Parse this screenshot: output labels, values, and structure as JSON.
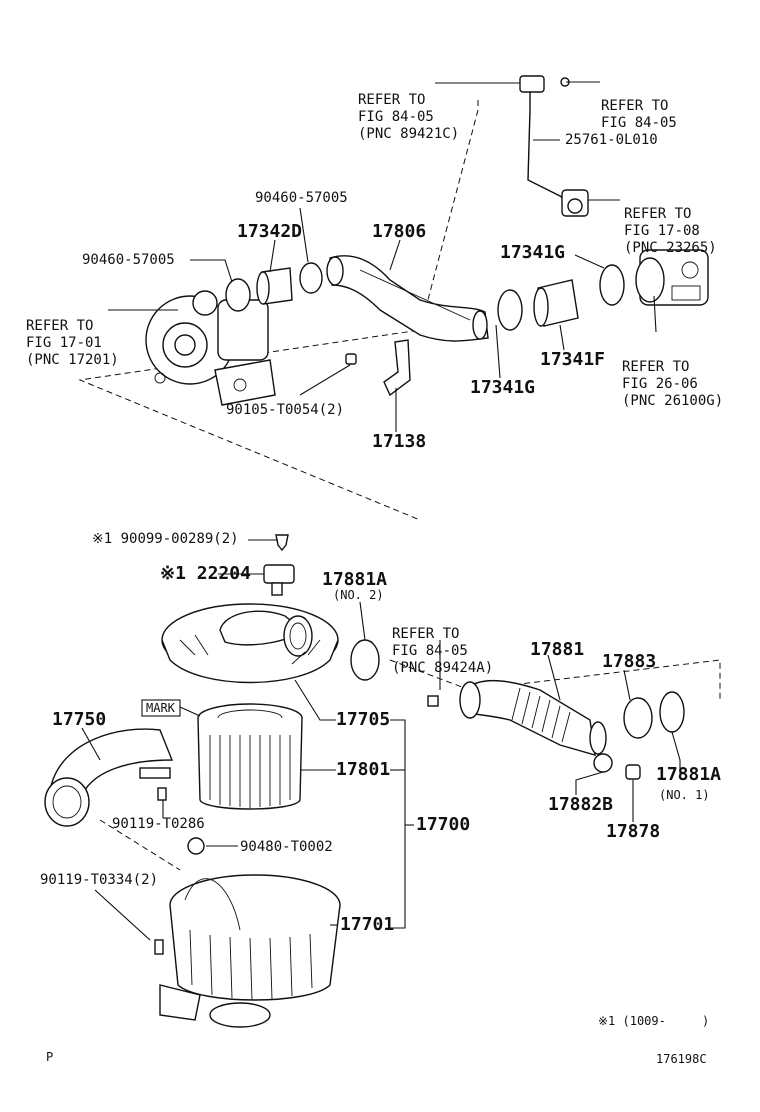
{
  "refs": {
    "r1": [
      "REFER TO",
      "FIG 84-05",
      "(PNC 89421C)"
    ],
    "r2": [
      "REFER TO",
      "FIG 84-05"
    ],
    "r3": [
      "REFER TO",
      "FIG 17-08",
      "(PNC 23265)"
    ],
    "r4": [
      "REFER TO",
      "FIG 17-01",
      "(PNC 17201)"
    ],
    "r5": [
      "REFER TO",
      "FIG 26-06",
      "(PNC 26100G)"
    ],
    "r6": [
      "REFER TO",
      "FIG 84-05",
      "(PNC 89424A)"
    ]
  },
  "parts": {
    "p25761": "25761-0L010",
    "p90460a": "90460-57005",
    "p90460b": "90460-57005",
    "p17342D": "17342D",
    "p17806": "17806",
    "p17341G_top": "17341G",
    "p17341G_bot": "17341G",
    "p17341F": "17341F",
    "p90105": "90105-T0054(2)",
    "p17138": "17138",
    "p90099": "※1 90099-00289(2)",
    "p22204": "※1 22204",
    "p17881A_top": "17881A",
    "no2": "(NO. 2)",
    "p17881": "17881",
    "p17883": "17883",
    "p17750": "17750",
    "mark": "MARK",
    "p17705": "17705",
    "p17801": "17801",
    "p17700": "17700",
    "p90119a": "90119-T0286",
    "p90480": "90480-T0002",
    "p90119b": "90119-T0334(2)",
    "p17701": "17701",
    "p17882B": "17882B",
    "p17878": "17878",
    "p17881A_bot": "17881A",
    "no1": "(NO. 1)"
  },
  "footer": {
    "note": "※1 (1009-     )",
    "left": "P",
    "code": "176198C"
  }
}
